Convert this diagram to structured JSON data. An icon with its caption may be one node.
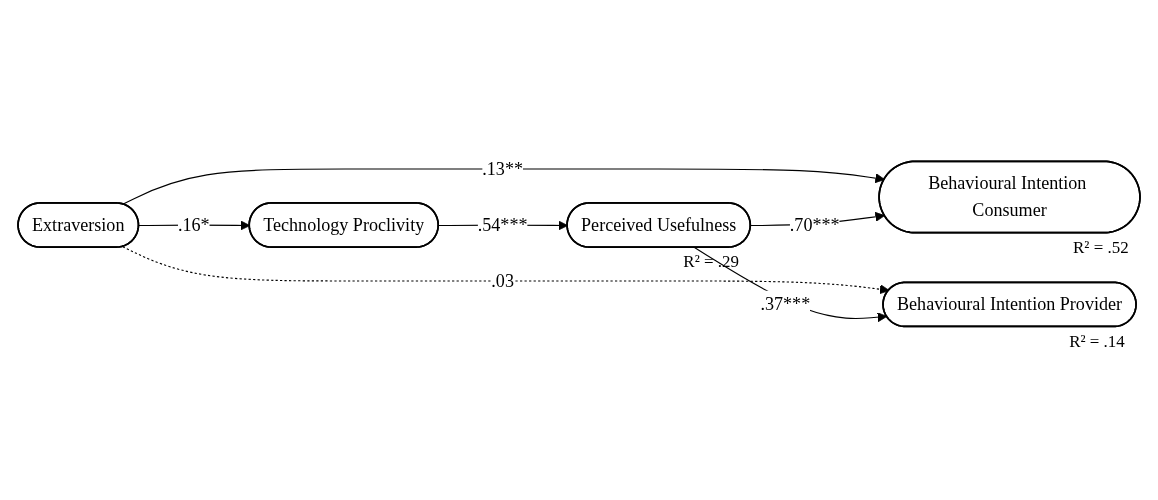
{
  "diagram": {
    "nodes": [
      {
        "text": [
          "Extraversion"
        ]
      },
      {
        "text": [
          "Technology Proclivity"
        ]
      },
      {
        "text": [
          "Perceived Usefulness"
        ],
        "beside": [
          "R² = .29"
        ]
      },
      {
        "text": [
          "Behavioural Intention Consumer"
        ],
        "beside": [
          "R² = .52"
        ]
      },
      {
        "text": [
          "Behavioural Intention Provider"
        ],
        "beside": [
          "R² = .14"
        ]
      }
    ],
    "edges": [
      {
        "from": 0,
        "to": 3,
        "arrow": "to",
        "label": ".13**"
      },
      {
        "from": 0,
        "to": 4,
        "arrow": "to",
        "label": ".03",
        "style": "dashed"
      },
      {
        "from": 0,
        "to": 1,
        "arrow": "to",
        "label": ".16*"
      },
      {
        "from": 1,
        "to": 2,
        "arrow": "to",
        "label": ".54***"
      },
      {
        "from": 2,
        "to": 3,
        "arrow": "to",
        "label": ".70***"
      },
      {
        "from": 2,
        "to": 4,
        "arrow": "to",
        "label": ".37***"
      }
    ]
  }
}
